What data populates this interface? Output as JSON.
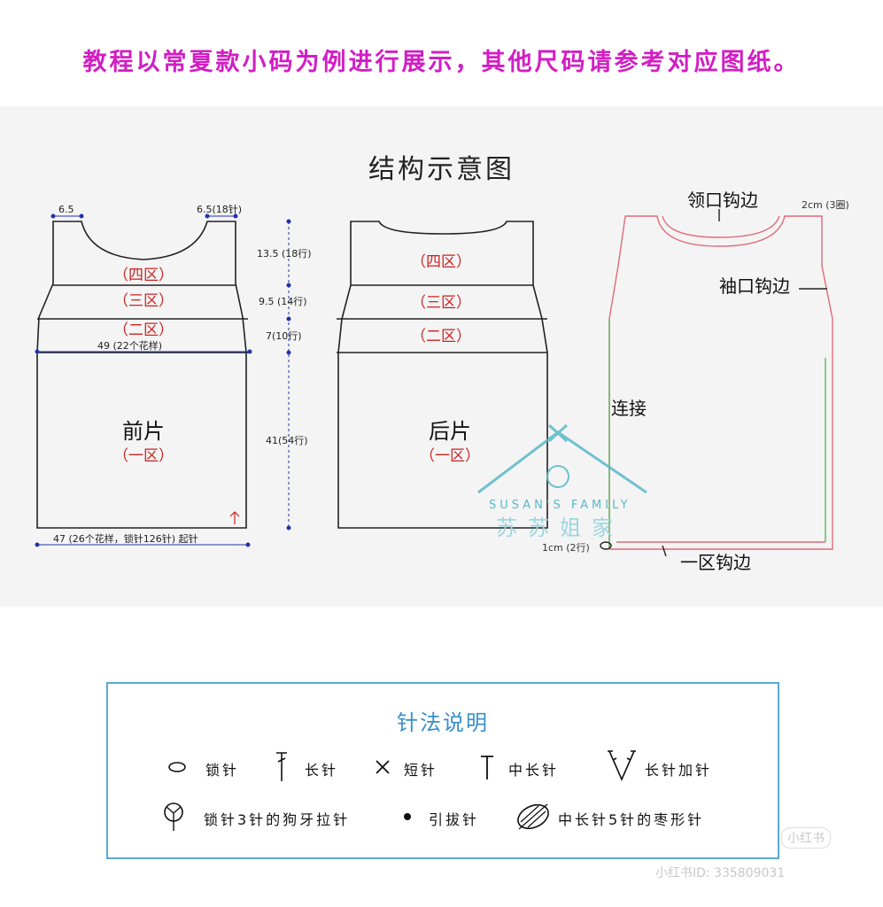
{
  "intro": "教程以常夏款小码为例进行展示，其他尺码请参考对应图纸。",
  "title": "结构示意图",
  "front": {
    "name": "前片",
    "zone1": "（一区）",
    "zone2": "（二区）",
    "zone3": "（三区）",
    "zone4": "（四区）",
    "dim_left_shoulder": "6.5",
    "dim_right_shoulder": "6.5(18针)",
    "dim_bust": "49 (22个花样)",
    "dim_bottom": "47 (26个花样，锁针126针) 起针",
    "dim_h4": "13.5 (18行)",
    "dim_h3": "9.5 (14行)",
    "dim_h2": "7(10行)",
    "dim_h1": "41(54行)"
  },
  "back": {
    "name": "后片",
    "zone1": "（一区）",
    "zone2": "（二区）",
    "zone3": "（三区）",
    "zone4": "（四区）"
  },
  "assembly": {
    "neck_edge": "领口钩边",
    "neck_dim": "2cm (3圈)",
    "sleeve_edge": "袖口钩边",
    "join": "连接",
    "hem_dim": "1cm (2行)",
    "hem_edge": "一区钩边"
  },
  "watermark": {
    "en": "SUSAN'S FAMILY",
    "cn": "苏苏姐家"
  },
  "legend": {
    "title": "针法说明",
    "items": [
      "锁针",
      "长针",
      "短针",
      "中长针",
      "长针加针",
      "锁针3针的狗牙拉针",
      "引拔针",
      "中长针5针的枣形针"
    ]
  },
  "footer": {
    "badge": "小红书",
    "id": "小红书ID: 335809031"
  },
  "colors": {
    "intro": "#d21ec4",
    "zone": "#cc2222",
    "dim": "#2233aa",
    "edge_red": "#e06a7a",
    "edge_green": "#5cb85c",
    "legend_border": "#5aa9d6"
  }
}
